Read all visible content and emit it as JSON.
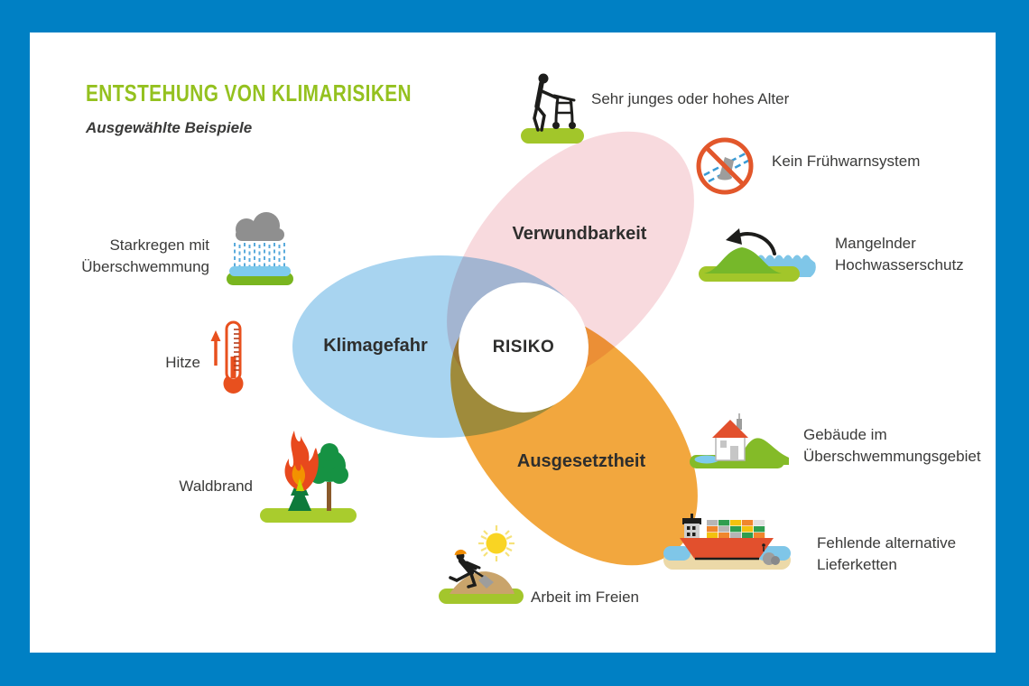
{
  "frame": {
    "border_color": "#0080c4",
    "panel_color": "#ffffff"
  },
  "header": {
    "title": "ENTSTEHUNG VON KLIMARISIKEN",
    "subtitle": "Ausgewählte Beispiele",
    "title_color": "#94c11f"
  },
  "venn": {
    "center_label": "RISIKO",
    "sets": [
      {
        "label": "Klimagefahr",
        "color": "#a8d4f0"
      },
      {
        "label": "Verwundbarkeit",
        "color": "#f8dade"
      },
      {
        "label": "Ausgesetztheit",
        "color": "#f2a73e"
      }
    ]
  },
  "examples": [
    {
      "icon": "elderly-walker-icon",
      "label": "Sehr junges oder hohes Alter"
    },
    {
      "icon": "no-early-warning-icon",
      "label": "Kein Frühwarnsystem"
    },
    {
      "icon": "flood-protection-icon",
      "label": "Mangelnder Hochwasserschutz"
    },
    {
      "icon": "heavy-rain-flood-icon",
      "label": "Starkregen mit Überschwemmung"
    },
    {
      "icon": "thermometer-icon",
      "label": "Hitze"
    },
    {
      "icon": "forest-fire-icon",
      "label": "Waldbrand"
    },
    {
      "icon": "house-floodplain-icon",
      "label": "Gebäude im Überschwemmungsgebiet"
    },
    {
      "icon": "cargo-ship-icon",
      "label": "Fehlende alternative Lieferketten"
    },
    {
      "icon": "outdoor-work-icon",
      "label": "Arbeit im Freien"
    }
  ]
}
